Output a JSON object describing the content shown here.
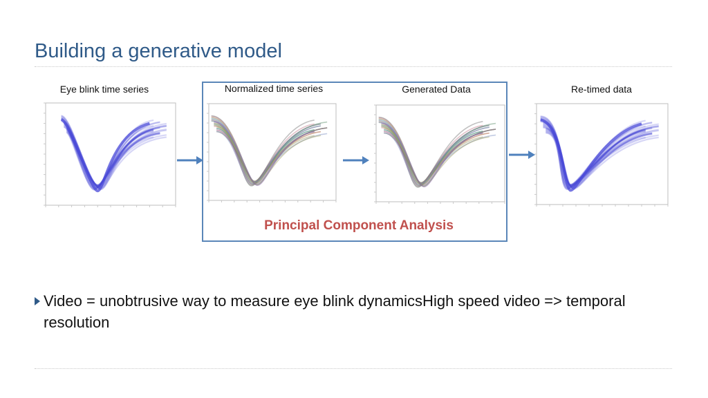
{
  "slide": {
    "title": "Building a generative model",
    "panels": [
      {
        "label": "Eye blink time series",
        "style": "single",
        "color": "#4a4ad8"
      },
      {
        "label": "Normalized time series",
        "style": "multi",
        "color": "#666666"
      },
      {
        "label": "Generated Data",
        "style": "multi",
        "color": "#666666"
      },
      {
        "label": "Re-timed data",
        "style": "single",
        "color": "#4a4ad8"
      }
    ],
    "pca_label": "Principal Component Analysis",
    "bullet": "Video = unobtrusive way to measure eye blink dynamicsHigh speed video  => temporal resolution"
  },
  "colors": {
    "title": "#2f5a88",
    "box_border": "#5a86b8",
    "pca_label": "#c0504d",
    "arrow": "#4f81bd",
    "blink_blue": "#4a4ad8"
  }
}
